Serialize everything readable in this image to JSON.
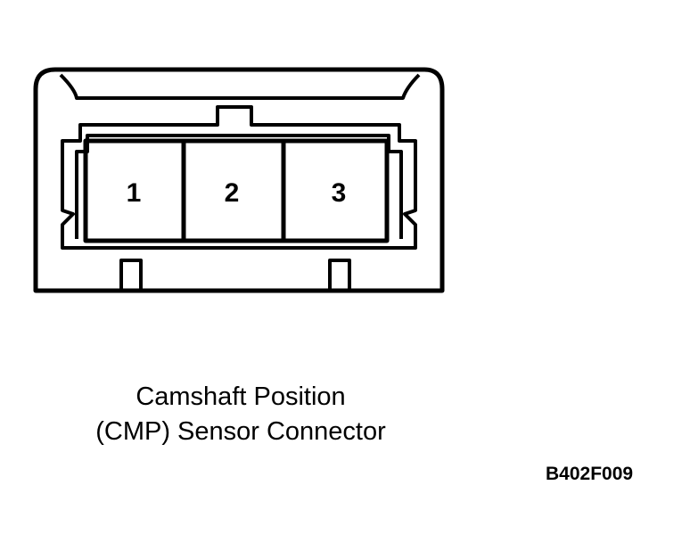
{
  "diagram": {
    "pins": [
      {
        "label": "1"
      },
      {
        "label": "2"
      },
      {
        "label": "3"
      }
    ],
    "caption": {
      "line1": "Camshaft Position",
      "line2": "(CMP) Sensor Connector"
    },
    "reference_code": "B402F009"
  }
}
